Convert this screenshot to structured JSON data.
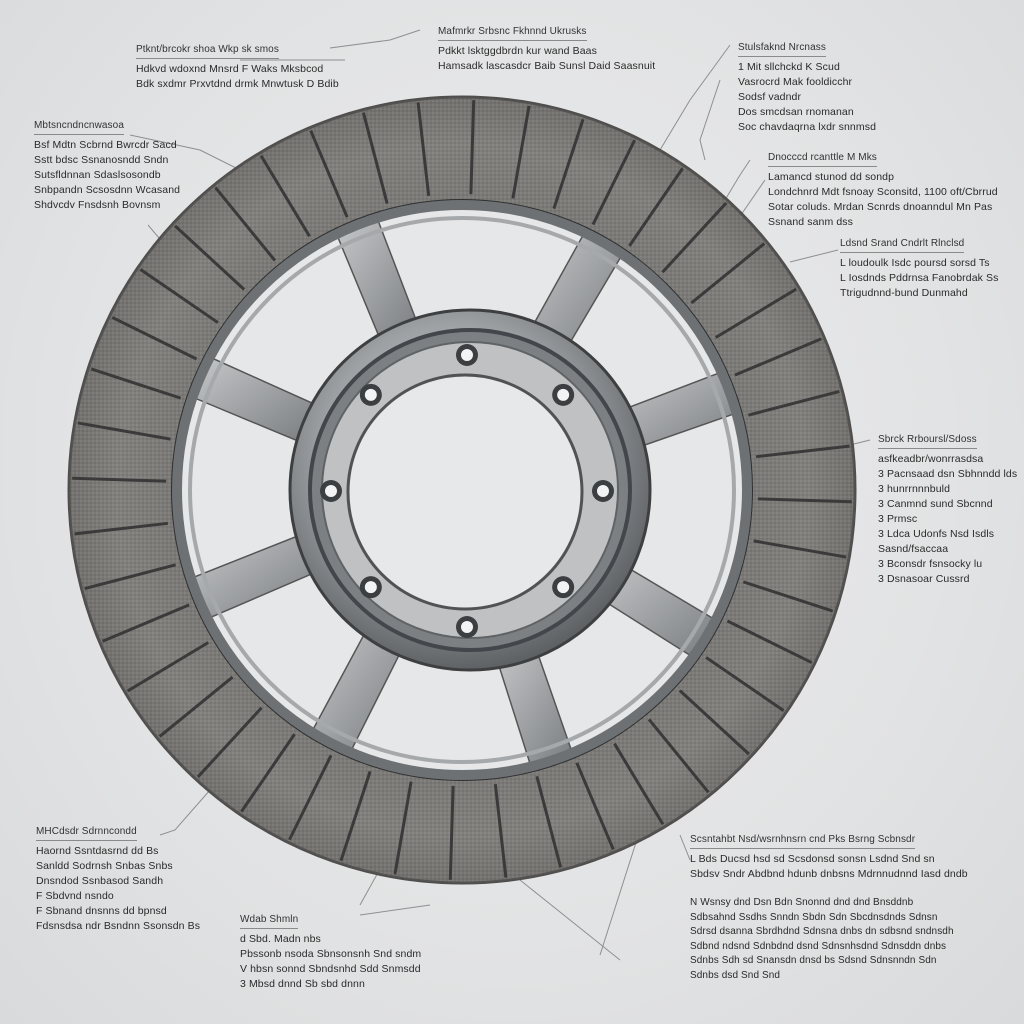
{
  "callouts": {
    "top_left": {
      "heading": "Ptknt/brcokr shoa Wkp sk smos",
      "lines": [
        "Hdkvd wdoxnd Mnsrd F Waks Mksbcod",
        "Bdk sxdmr Prxvtdnd drmk Mnwtusk D Bdib"
      ]
    },
    "top_center": {
      "heading": "Mafmrkr Srbsnc Fkhnnd Ukrusks",
      "lines": [
        "Pdkkt lsktggdbrdn kur wand Baas",
        "Hamsadk lascasdcr Baib Sunsl Daid Saasnuit"
      ]
    },
    "top_right": {
      "heading": "Stulsfaknd Nrcnass",
      "lines": [
        "1 Mit sllchckd K Scud",
        "Vasrocrd Mak fooldicchr",
        "Sodsf vadndr",
        "Dos smcdsan rnomanan",
        "Soc chavdaqrna lxdr snnmsd"
      ]
    },
    "mid_right_a": {
      "heading": "Dnocccd rcanttle M Mks",
      "lines": [
        "Lamancd stunod dd sondp",
        "Londchnrd Mdt fsnoay Sconsitd, 1100 oft/Cbrrud",
        "Sotar coluds. Mrdan Scnrds dnoanndul Mn Pas",
        "Ssnand sanm dss"
      ]
    },
    "mid_right_b": {
      "heading": "Ldsnd Srand Cndrlt Rlnclsd",
      "lines": [
        "L loudoulk Isdc poursd sorsd Ts",
        "L Iosdnds Pddrnsa Fanobrdak Ss",
        "Ttrigudnnd-bund Dunmahd"
      ]
    },
    "right_list": {
      "heading": "Sbrck Rrboursl/Sdoss",
      "lines": [
        "asfkeadbr/wonrrasdsa",
        "3  Pacnsaad dsn Sbhnndd lds",
        "3  hunrrnnnbuld",
        "3  Canmnd sund Sbcnnd",
        "3  Prmsc",
        "3  Ldca Udonfs Nsd Isdls",
        "   Sasnd/fsaccaa",
        "3  Bconsdr fsnsocky lu",
        "3  Dsnasoar Cussrd"
      ]
    },
    "left_upper": {
      "heading": "Mbtsncndncnwasoa",
      "lines": [
        "Bsf Mdtn Scbrnd Bwrcdr Sacd",
        "Sstt bdsc Ssnanosndd Sndn",
        "Sutsfldnnan Sdaslsosondb",
        "Snbpandn Scsosdnn Wcasand",
        "Shdvcdv Fnsdsnh Bovnsm"
      ]
    },
    "bottom_left": {
      "heading": "MHCdsdr Sdrnncondd",
      "lines": [
        "Haornd Ssntdasrnd dd Bs",
        "Sanldd Sodrnsh Snbas Snbs",
        "Dnsndod Ssnbasod Sandh",
        "F Sbdvnd nsndo",
        "F Sbnand dnsnns dd bpnsd",
        "Fdsnsdsa ndr Bsndnn Ssonsdn Bs"
      ]
    },
    "bottom_mid": {
      "heading": "Wdab Shmln",
      "lines": [
        "d Sbd. Madn nbs",
        "Pbssonb nsoda Sbnsonsnh Snd sndm",
        "V hbsn sonnd Sbndsnhd Sdd Snmsdd",
        "3 Mbsd dnnd Sb sbd dnnn"
      ]
    },
    "bottom_right_a": {
      "heading": "Scsntahbt Nsd/wsrnhnsrn cnd Pks Bsrng Scbnsdr",
      "lines": [
        "L Bds Ducsd hsd sd Scsdonsd sonsn Lsdnd Snd sn",
        "Sbdsv Sndr Abdbnd hdunb dnbsns Mdrnnudnnd Iasd dndb"
      ]
    },
    "bottom_right_b": {
      "heading": "",
      "lines": [
        "N Wsnsy dnd Dsn Bdn Snonnd dnd dnd Bnsddnb",
        "Sdbsahnd Ssdhs Snndn Sbdn Sdn Sbcdnsdnds Sdnsn",
        "Sdrsd dsanna Sbrdhdnd Sdnsna dnbs dn sdbsnd sndnsdh",
        "Sdbnd ndsnd Sdnbdnd dsnd Sdnsnhsdnd Sdnsddn dnbs",
        "Sdnbs Sdh sd Snansdn dnsd bs Sdsnd Sdnsnndn Sdn",
        "Sdnbs dsd Snd Snd"
      ]
    }
  },
  "colors": {
    "background": "#e4e5e6",
    "friction_ring": "#7c7b79",
    "slot": "#3a3a3a",
    "hub_metal": "#9fa2a4",
    "hub_dark": "#55585b",
    "leader_line": "#8d8f91"
  },
  "counts": {
    "ring_segments": 44,
    "hub_bolts": 8
  }
}
